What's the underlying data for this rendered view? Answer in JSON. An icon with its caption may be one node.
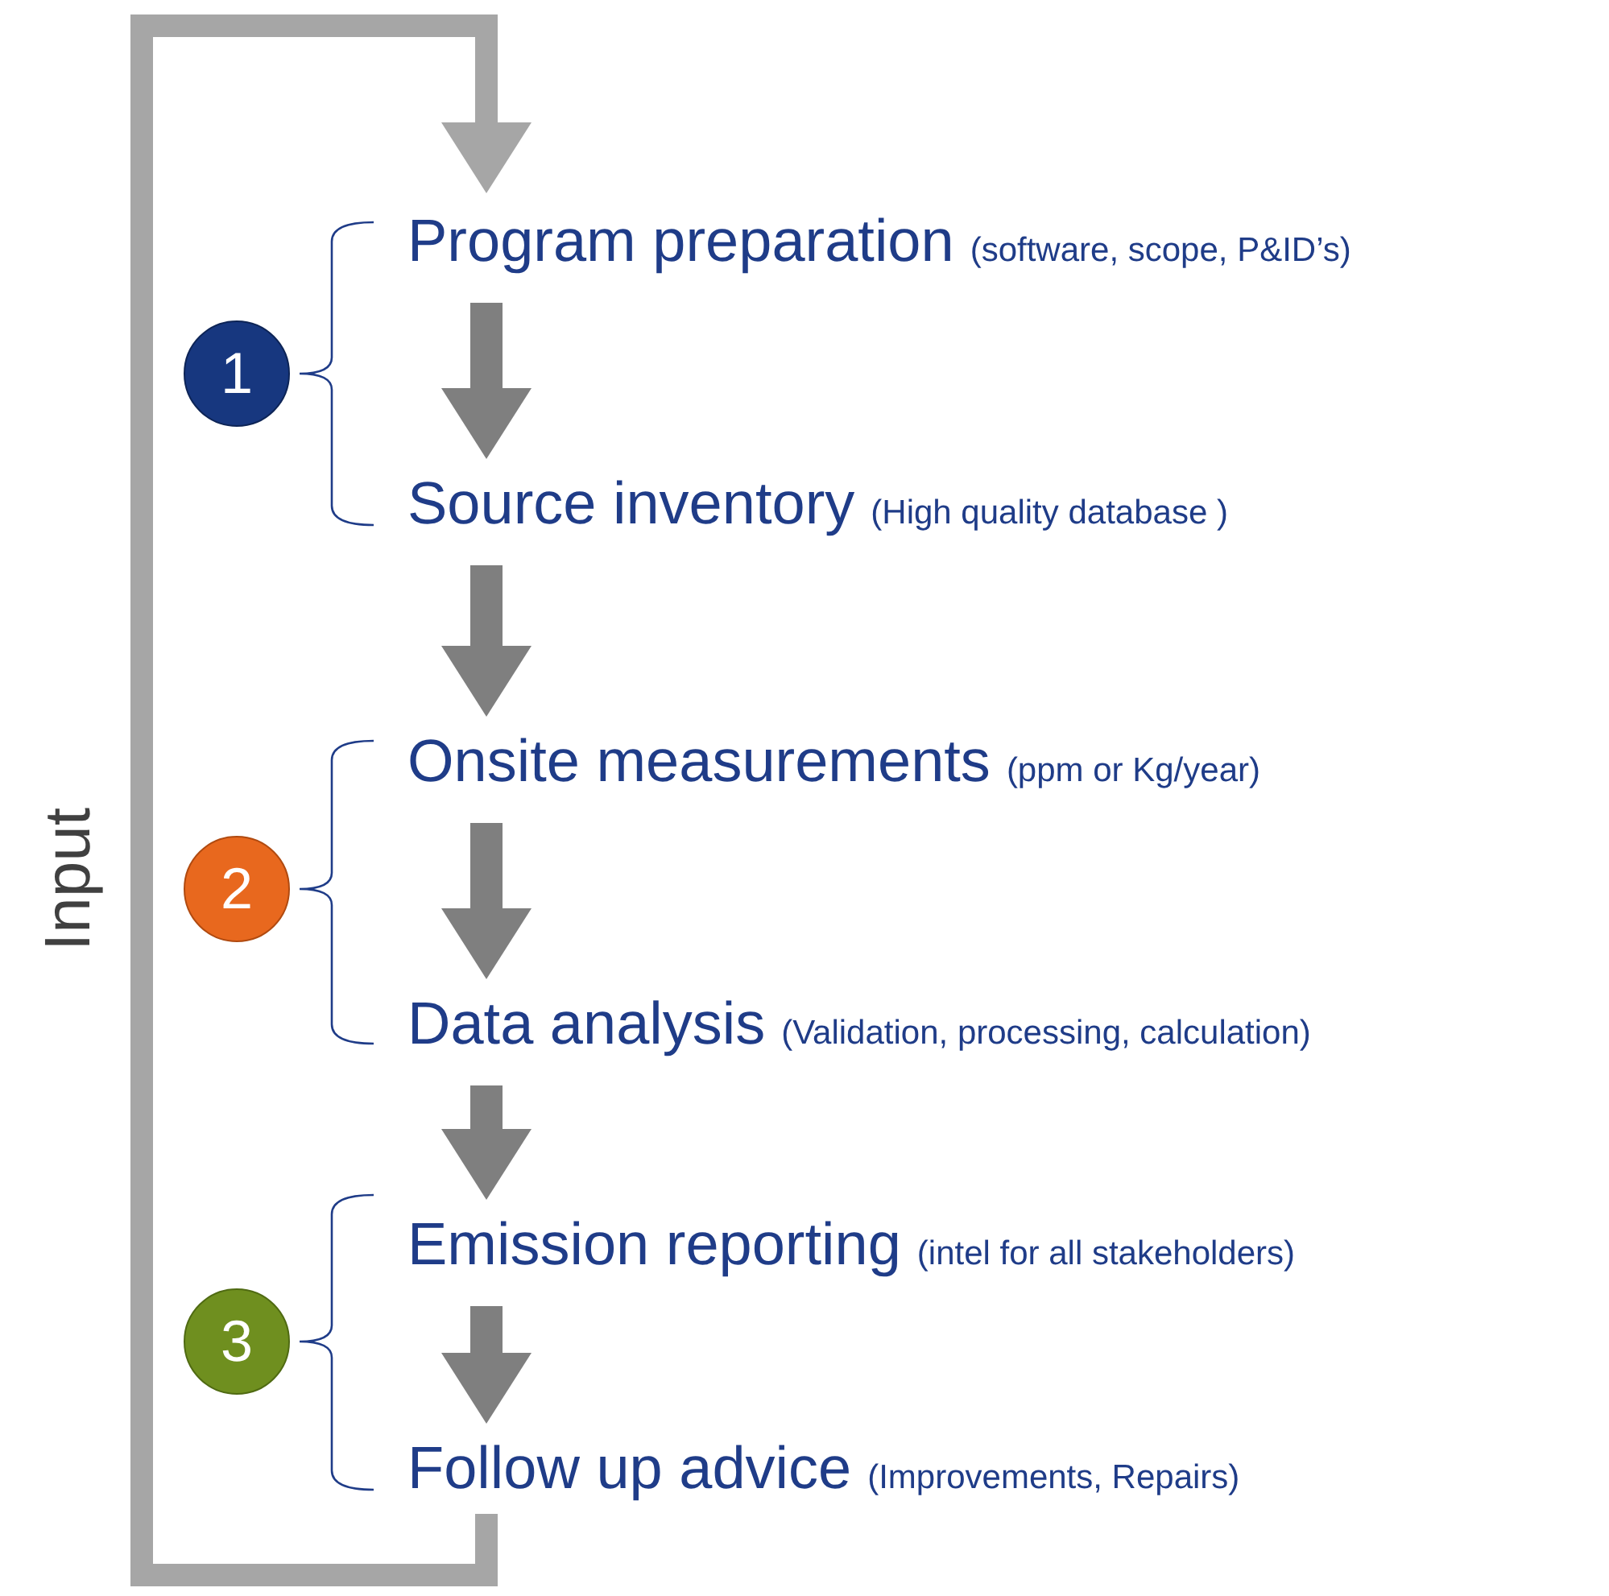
{
  "diagram": {
    "nodes": [
      {
        "text": [
          "Program preparation",
          "(software, scope, P&ID’s)"
        ]
      },
      {
        "text": [
          "Source inventory",
          "(High quality database )"
        ]
      },
      {
        "text": [
          "Onsite measurements",
          "(ppm or Kg/year)"
        ]
      },
      {
        "text": [
          "Data analysis",
          "(Validation, processing, calculation)"
        ]
      },
      {
        "text": [
          "Emission reporting",
          "(intel for all stakeholders)"
        ]
      },
      {
        "text": [
          "Follow up advice",
          "(Improvements, Repairs)"
        ]
      },
      {
        "text": [
          "1"
        ]
      },
      {
        "text": [
          "2"
        ]
      },
      {
        "text": [
          "3"
        ]
      }
    ],
    "edges": [
      {
        "from": 0,
        "to": 1,
        "arrow": "to"
      },
      {
        "from": 1,
        "to": 2,
        "arrow": "to"
      },
      {
        "from": 2,
        "to": 3,
        "arrow": "to"
      },
      {
        "from": 3,
        "to": 4,
        "arrow": "to"
      },
      {
        "from": 4,
        "to": 5,
        "arrow": "to"
      },
      {
        "from": 5,
        "to": 0,
        "arrow": "to",
        "label": "Input",
        "color": "#a6a6a6"
      }
    ]
  }
}
